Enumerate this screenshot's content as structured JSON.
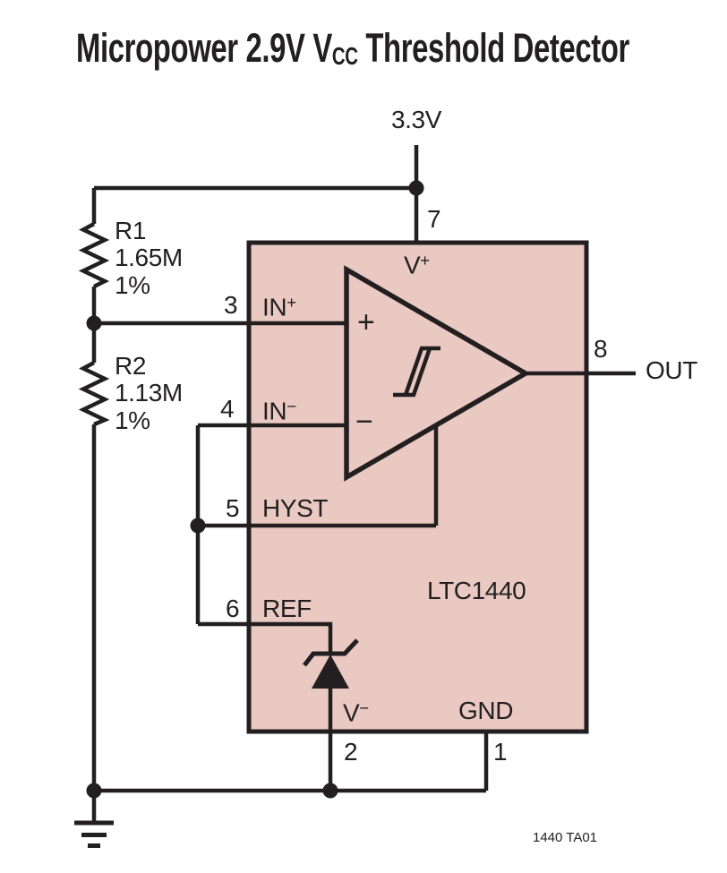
{
  "title": {
    "prefix": "Micropower 2.9V V",
    "subscript": "CC",
    "suffix": " Threshold Detector"
  },
  "colors": {
    "stroke": "#231f20",
    "ic_fill": "#e9c9c1",
    "background": "#ffffff"
  },
  "supply": {
    "label": "3.3V"
  },
  "ic": {
    "part_number": "LTC1440"
  },
  "comparator": {
    "plus": "+",
    "minus": "−"
  },
  "resistors": {
    "r1": {
      "ref": "R1",
      "value": "1.65M",
      "tolerance": "1%"
    },
    "r2": {
      "ref": "R2",
      "value": "1.13M",
      "tolerance": "1%"
    }
  },
  "pins": {
    "vplus": {
      "number": "7",
      "base": "V",
      "sup": "+"
    },
    "inplus": {
      "number": "3",
      "base": "IN",
      "sup": "+"
    },
    "inminus": {
      "number": "4",
      "base": "IN",
      "sup": "−"
    },
    "hyst": {
      "number": "5",
      "base": "HYST",
      "sup": ""
    },
    "ref": {
      "number": "6",
      "base": "REF",
      "sup": ""
    },
    "vminus": {
      "number": "2",
      "base": "V",
      "sup": "−"
    },
    "gnd": {
      "number": "1",
      "base": "GND",
      "sup": ""
    },
    "out": {
      "number": "8",
      "base": "OUT",
      "sup": ""
    }
  },
  "figure_reference": "1440 TA01"
}
